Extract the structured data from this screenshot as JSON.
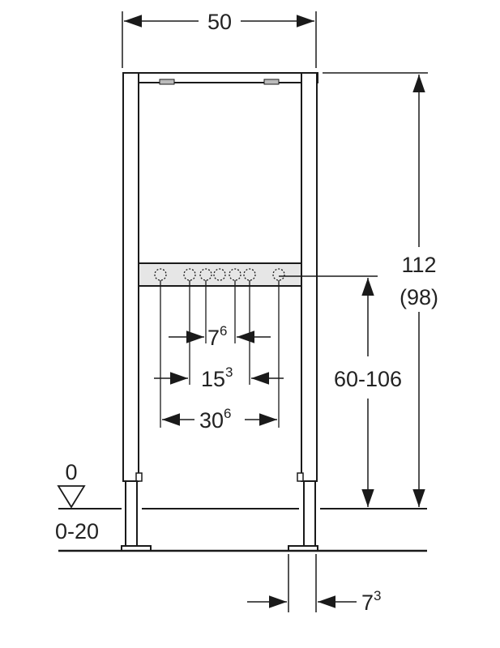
{
  "dimensions": {
    "width": "50",
    "height_total": "112",
    "height_total_alt": "(98)",
    "connection_height": "60-106",
    "spacing_small": {
      "base": "7",
      "sup": "6"
    },
    "spacing_medium": {
      "base": "15",
      "sup": "3"
    },
    "spacing_large": {
      "base": "30",
      "sup": "6"
    },
    "floor_zero": "0",
    "floor_range": "0-20",
    "foot_depth": {
      "base": "7",
      "sup": "3"
    }
  },
  "colors": {
    "line": "#1a1a1a",
    "frame_fill": "#ffffff",
    "shade": "#d9d9d9",
    "text": "#222222"
  }
}
